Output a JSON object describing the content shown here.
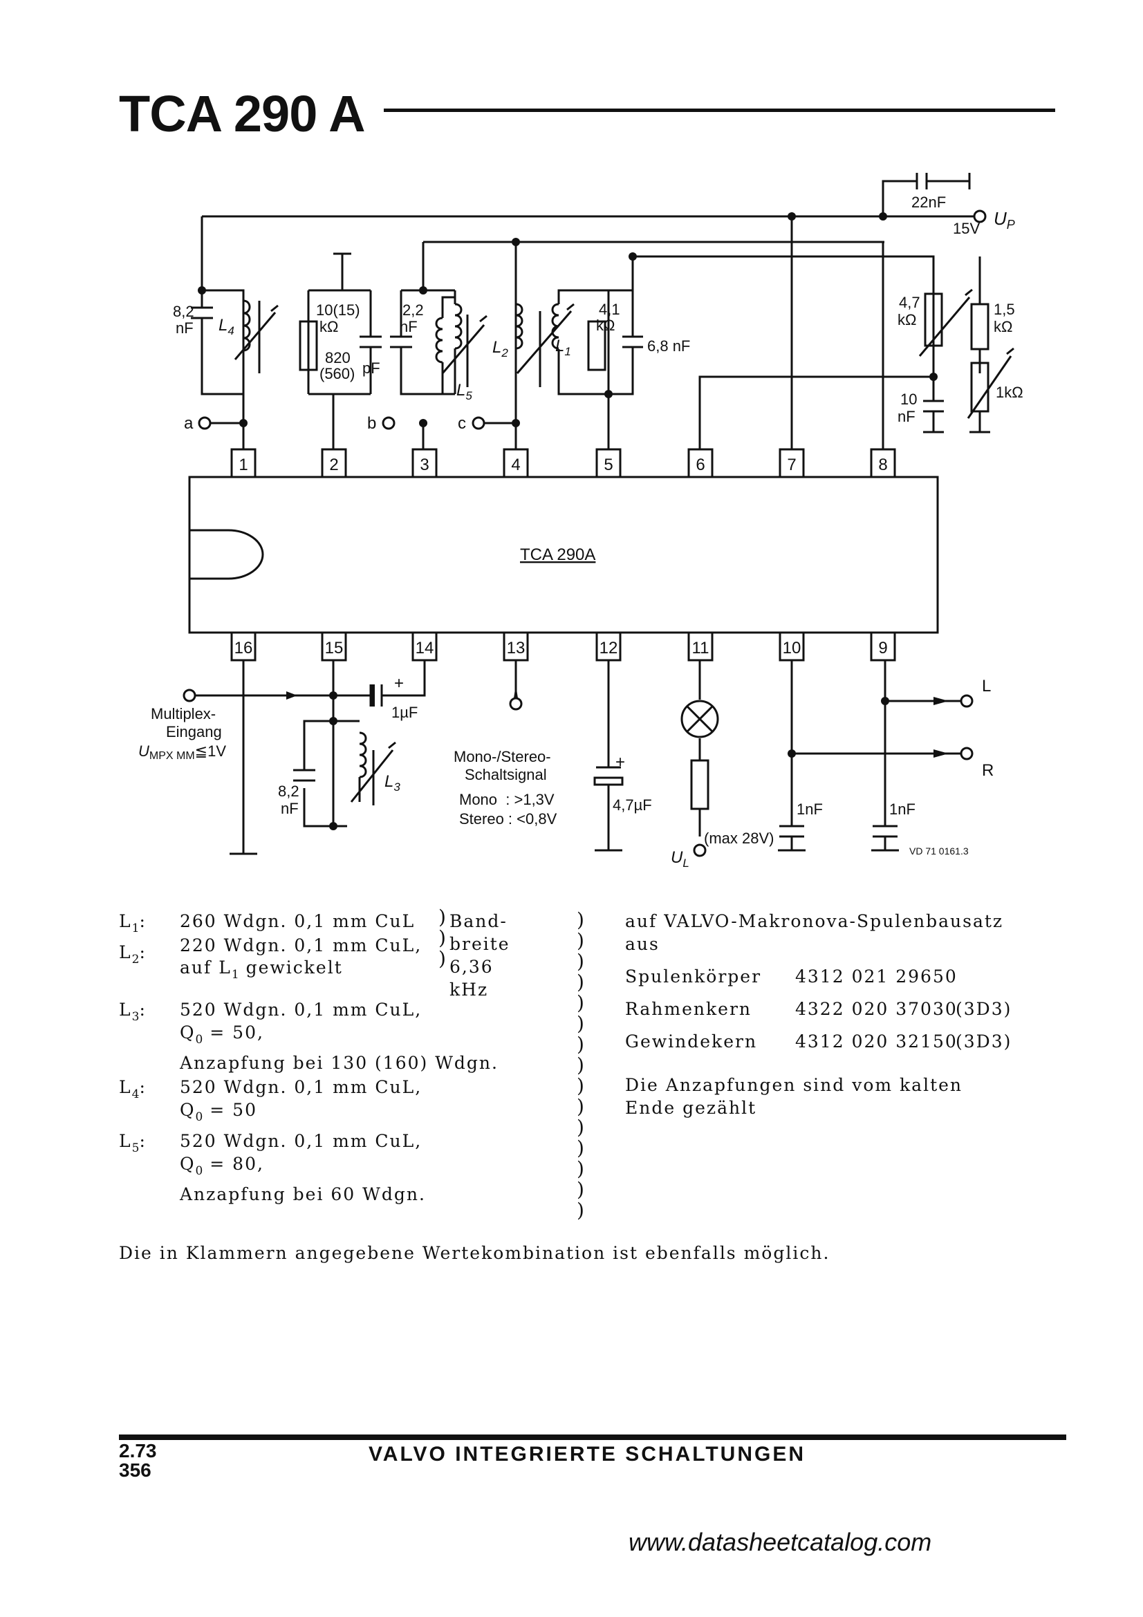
{
  "header": {
    "title": "TCA 290 A"
  },
  "schematic": {
    "ic_label": "TCA 290A",
    "pins_top": [
      "1",
      "2",
      "3",
      "4",
      "5",
      "6",
      "7",
      "8"
    ],
    "pins_bottom": [
      "16",
      "15",
      "14",
      "13",
      "12",
      "11",
      "10",
      "9"
    ],
    "labels": {
      "c22": "22nF",
      "up": "U",
      "up_sub": "P",
      "up_volt": "15V",
      "c82a_1": "8,2",
      "c82a_2": "nF",
      "l4": "L",
      "l4_sub": "4",
      "r10k_1": "10(15)",
      "r10k_2": "kΩ",
      "c820_1": "820",
      "c820_2": "(560)",
      "c820_3": "pF",
      "c22n_1": "2,2",
      "c22n_2": "nF",
      "l5": "L",
      "l5_sub": "5",
      "l2": "L",
      "l2_sub": "2",
      "l1": "L",
      "l1_sub": "1",
      "r41_1": "4,1",
      "r41_2": "kΩ",
      "c68": "6,8 nF",
      "r47_1": "4,7",
      "r47_2": "kΩ",
      "r15_1": "1,5",
      "r15_2": "kΩ",
      "r1k": "1kΩ",
      "c10_1": "10",
      "c10_2": "nF",
      "a": "a",
      "b": "b",
      "c": "c",
      "mpx_1": "Multiplex-",
      "mpx_2": "Eingang",
      "mpx_3": "U",
      "mpx_sub": "MPX MM",
      "mpx_val": "≦1V",
      "c1u": "1µF",
      "plus": "+",
      "c82b_1": "8,2",
      "c82b_2": "nF",
      "l3": "L",
      "l3_sub": "3",
      "ms_1": "Mono-/Stereo-",
      "ms_2": "Schaltsignal",
      "ms_3": "Mono  : >1,3V",
      "ms_4": "Stereo : <0,8V",
      "c47u": "4,7µF",
      "ul": "U",
      "ul_sub": "L",
      "max28": "(max 28V)",
      "c1n_a": "1nF",
      "c1n_b": "1nF",
      "out_l": "L",
      "out_r": "R",
      "ref": "VD 71 0161.3"
    }
  },
  "coils": {
    "l1": {
      "sym": "L",
      "sub": "1",
      "line1": "260 Wdgn. 0,1 mm CuL"
    },
    "l2": {
      "sym": "L",
      "sub": "2",
      "line1": "220 Wdgn. 0,1 mm CuL,",
      "line2a": "auf L",
      "line2sub": "1",
      "line2b": " gewickelt"
    },
    "band": [
      "Band-",
      "breite",
      "6,36 kHz"
    ],
    "l3": {
      "sym": "L",
      "sub": "3",
      "line1": "520 Wdgn. 0,1 mm CuL,",
      "q_sub": "0",
      "q_rest": " = 50,",
      "line3": "Anzapfung bei 130 (160) Wdgn."
    },
    "l4": {
      "sym": "L",
      "sub": "4",
      "line1": "520 Wdgn. 0,1 mm CuL,",
      "q_sub": "0",
      "q_rest": " = 50"
    },
    "l5": {
      "sym": "L",
      "sub": "5",
      "line1": "520 Wdgn. 0,1 mm CuL,",
      "q_sub": "0",
      "q_rest": " = 80,",
      "line3": "Anzapfung bei 60 Wdgn."
    },
    "q": "Q"
  },
  "kit": {
    "intro": [
      "auf VALVO-Makronova-Spulenbausatz",
      "aus"
    ],
    "parts": [
      {
        "name": "Spulenkörper",
        "number": "4312 021 29650",
        "note": ""
      },
      {
        "name": "Rahmenkern",
        "number": "4322 020 37030",
        "note": "(3D3)"
      },
      {
        "name": "Gewindekern",
        "number": "4312 020 32150",
        "note": "(3D3)"
      }
    ],
    "tap_note": [
      "Die Anzapfungen sind vom kalten",
      "Ende gezählt"
    ]
  },
  "note": "Die in Klammern angegebene Wertekombination ist ebenfalls möglich.",
  "footer": {
    "date": "2.73",
    "page": "356",
    "title": "VALVO INTEGRIERTE SCHALTUNGEN"
  },
  "website": "www.datasheetcatalog.com"
}
